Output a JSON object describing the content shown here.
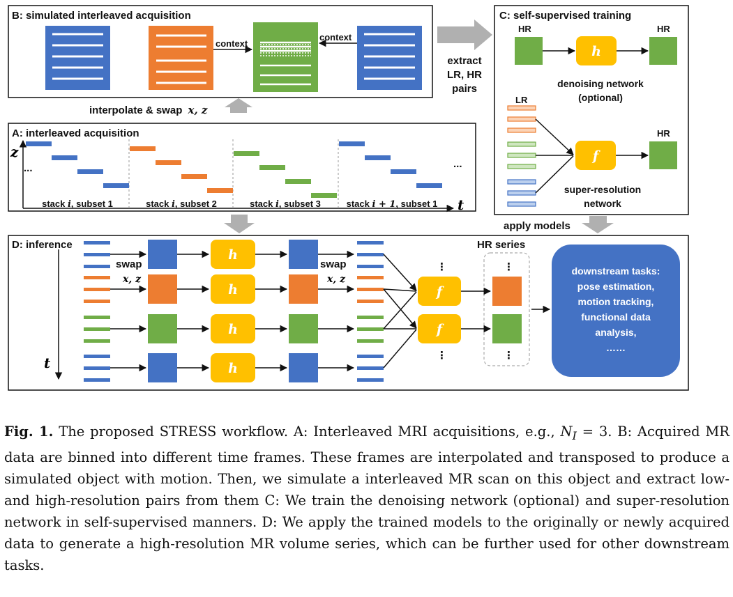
{
  "colors": {
    "blue": "#4472c4",
    "orange": "#ed7d31",
    "green": "#70ad47",
    "gold": "#ffc000",
    "gray_arrow": "#b0b0b0",
    "lr_orange_fill": "#fbd3b6",
    "lr_green_fill": "#cfe6c0",
    "lr_blue_fill": "#bcd0ee"
  },
  "panel_b": {
    "title": "B: simulated interleaved acquisition",
    "context_left": "context",
    "context_right": "context"
  },
  "extract_label": {
    "line1": "extract",
    "line2": "LR, HR",
    "line3": "pairs"
  },
  "panel_c": {
    "title": "C: self-supervised training",
    "hr_in": "HR",
    "hr_out": "HR",
    "h_symbol": "h",
    "denoise_line1": "denoising network",
    "denoise_line2": "(optional)",
    "lr_label": "LR",
    "hr_sr": "HR",
    "f_symbol": "f",
    "sr_line1": "super-resolution",
    "sr_line2": "network"
  },
  "interp_label": {
    "text": "interpolate & swap",
    "vars": "x, z"
  },
  "panel_a": {
    "title": "A: interleaved acquisition",
    "z_axis": "z",
    "t_axis": "t",
    "ellipsis_left": "...",
    "ellipsis_right": "...",
    "subsets": [
      {
        "prefix": "stack ",
        "var": "i",
        "suffix": ", subset 1"
      },
      {
        "prefix": "stack ",
        "var": "i",
        "suffix": ", subset 2"
      },
      {
        "prefix": "stack ",
        "var": "i",
        "suffix": ", subset 3"
      },
      {
        "prefix": "stack ",
        "var": "i + 1",
        "suffix": ", subset 1"
      }
    ]
  },
  "apply_label": "apply models",
  "panel_d": {
    "title": "D: inference",
    "t_axis": "t",
    "swap1": "swap",
    "swap1_vars": "x, z",
    "swap2": "swap",
    "swap2_vars": "x, z",
    "h_symbol": "h",
    "f_symbol": "f",
    "hr_series": "HR series",
    "dots": "⋮",
    "downstream": [
      "downstream tasks:",
      "pose estimation,",
      "motion tracking,",
      "functional data",
      "analysis,",
      "……"
    ]
  },
  "caption": {
    "label": "Fig. 1.",
    "text_before_ni": " The proposed STRESS workflow. A: Interleaved MRI acquisitions, e.g., ",
    "ni_symbol": "N",
    "ni_sub": "I",
    "text_after_ni": " = 3. B: Acquired MR data are binned into different time frames. These frames are interpolated and transposed to produce a simulated object with motion. Then, we simulate a interleaved MR scan on this object and extract low- and high-resolution pairs from them C: We train the denoising network (optional) and super-resolution network in self-supervised manners. D: We apply the trained models to the originally or newly acquired data to generate a high-resolution MR volume series, which can be further used for other downstream tasks."
  }
}
